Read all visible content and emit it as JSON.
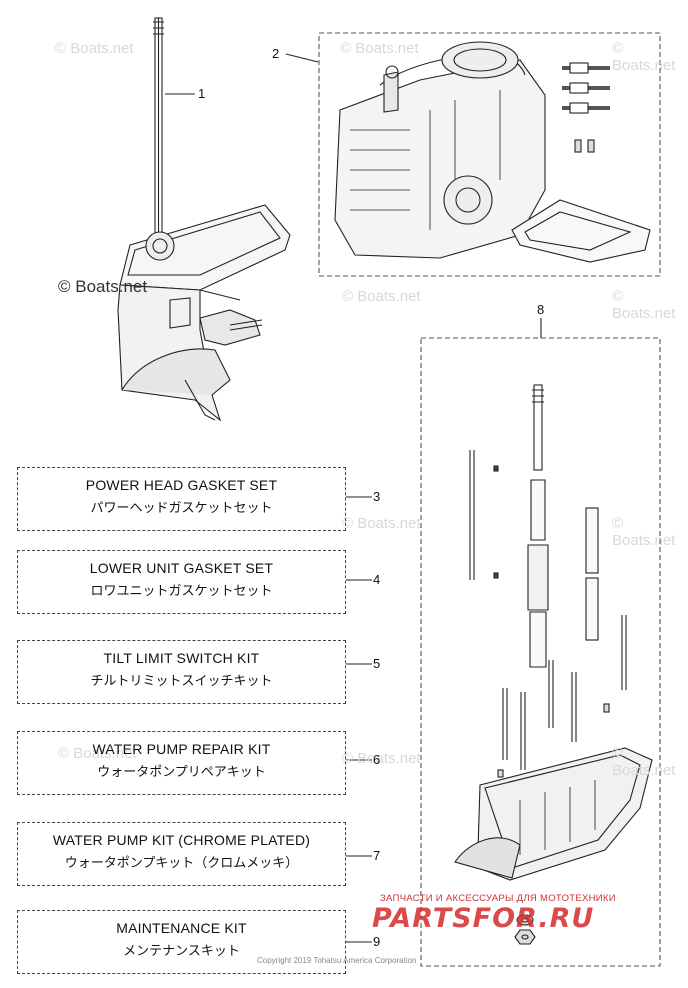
{
  "callouts": [
    "1",
    "2",
    "3",
    "4",
    "5",
    "6",
    "7",
    "8",
    "9"
  ],
  "kits": [
    {
      "en": "POWER HEAD GASKET SET",
      "jp": "パワーヘッドガスケットセット",
      "num": "3"
    },
    {
      "en": "LOWER UNIT GASKET SET",
      "jp": "ロワユニットガスケットセット",
      "num": "4"
    },
    {
      "en": "TILT LIMIT SWITCH KIT",
      "jp": "チルトリミットスイッチキット",
      "num": "5"
    },
    {
      "en": "WATER PUMP REPAIR KIT",
      "jp": "ウォータポンプリペアキット",
      "num": "6"
    },
    {
      "en": "WATER PUMP KIT (CHROME PLATED)",
      "jp": "ウォータポンプキット（クロムメッキ）",
      "num": "7"
    },
    {
      "en": "MAINTENANCE KIT",
      "jp": "メンテナンスキット",
      "num": "9"
    }
  ],
  "watermarks": {
    "light": "© Boats.net",
    "dark": "© Boats.net"
  },
  "copyright": "Copyright 2019 Tohatsu America Corporation",
  "brand": {
    "tagline": "ЗАПЧАСТИ И АКСЕССУАРЫ ДЛЯ МОТОТЕХНИКИ",
    "name": "PARTSFOR.RU"
  }
}
